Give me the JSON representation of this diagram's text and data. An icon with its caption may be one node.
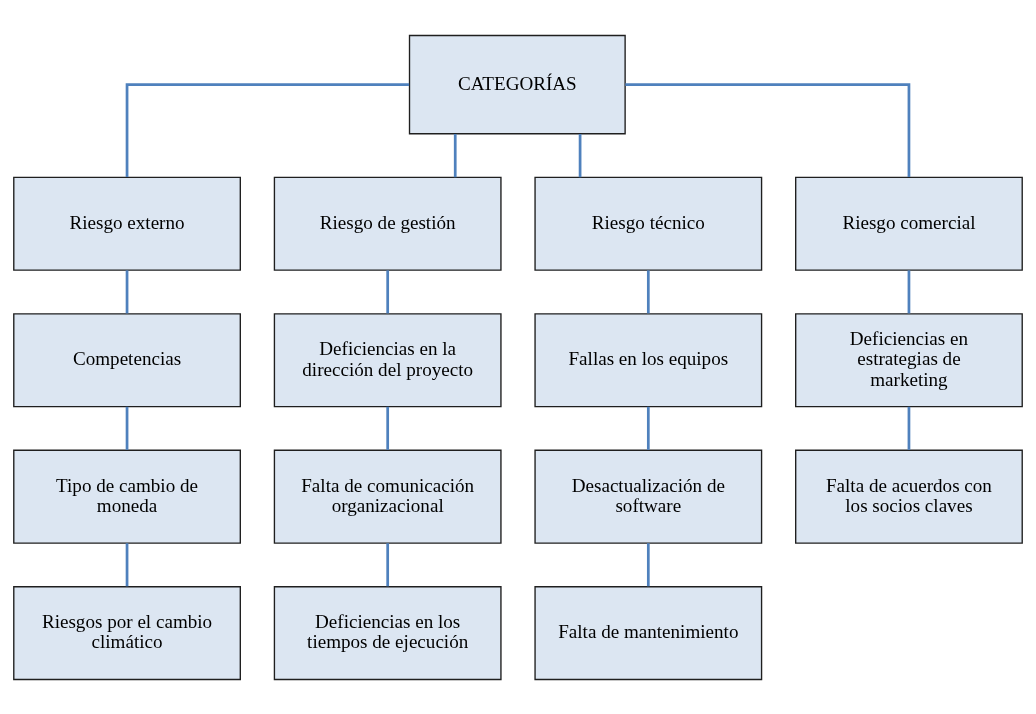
{
  "diagram": {
    "nodes": [
      {
        "text": [
          "CATEGORÍAS"
        ]
      },
      {
        "text": [
          "Riesgo externo"
        ]
      },
      {
        "text": [
          "Riesgo de gestión"
        ]
      },
      {
        "text": [
          "Riesgo técnico"
        ]
      },
      {
        "text": [
          "Riesgo comercial"
        ]
      },
      {
        "text": [
          "Competencias"
        ]
      },
      {
        "text": [
          "Deficiencias en la dirección del proyecto"
        ]
      },
      {
        "text": [
          "Fallas en los equipos"
        ]
      },
      {
        "text": [
          "Deficiencias en estrategias de marketing"
        ]
      },
      {
        "text": [
          "Tipo de cambio de moneda"
        ]
      },
      {
        "text": [
          "Falta de comunicación organizacional"
        ]
      },
      {
        "text": [
          "Desactualización de software"
        ]
      },
      {
        "text": [
          "Falta de acuerdos con los socios claves"
        ]
      },
      {
        "text": [
          "Riesgos por el cambio climático"
        ]
      },
      {
        "text": [
          "Deficiencias en los tiempos de ejecución"
        ]
      },
      {
        "text": [
          "Falta de mantenimiento"
        ]
      }
    ],
    "edges": [
      {
        "from": 0,
        "to": 1,
        "arrow": "none"
      },
      {
        "from": 0,
        "to": 2,
        "arrow": "none"
      },
      {
        "from": 0,
        "to": 3,
        "arrow": "none"
      },
      {
        "from": 0,
        "to": 4,
        "arrow": "none"
      },
      {
        "from": 1,
        "to": 5,
        "arrow": "none"
      },
      {
        "from": 2,
        "to": 6,
        "arrow": "none"
      },
      {
        "from": 3,
        "to": 7,
        "arrow": "none"
      },
      {
        "from": 4,
        "to": 8,
        "arrow": "none"
      },
      {
        "from": 5,
        "to": 9,
        "arrow": "none"
      },
      {
        "from": 6,
        "to": 10,
        "arrow": "none"
      },
      {
        "from": 7,
        "to": 11,
        "arrow": "none"
      },
      {
        "from": 8,
        "to": 12,
        "arrow": "none"
      },
      {
        "from": 9,
        "to": 13,
        "arrow": "none"
      },
      {
        "from": 10,
        "to": 14,
        "arrow": "none"
      },
      {
        "from": 11,
        "to": 15,
        "arrow": "none"
      }
    ]
  }
}
